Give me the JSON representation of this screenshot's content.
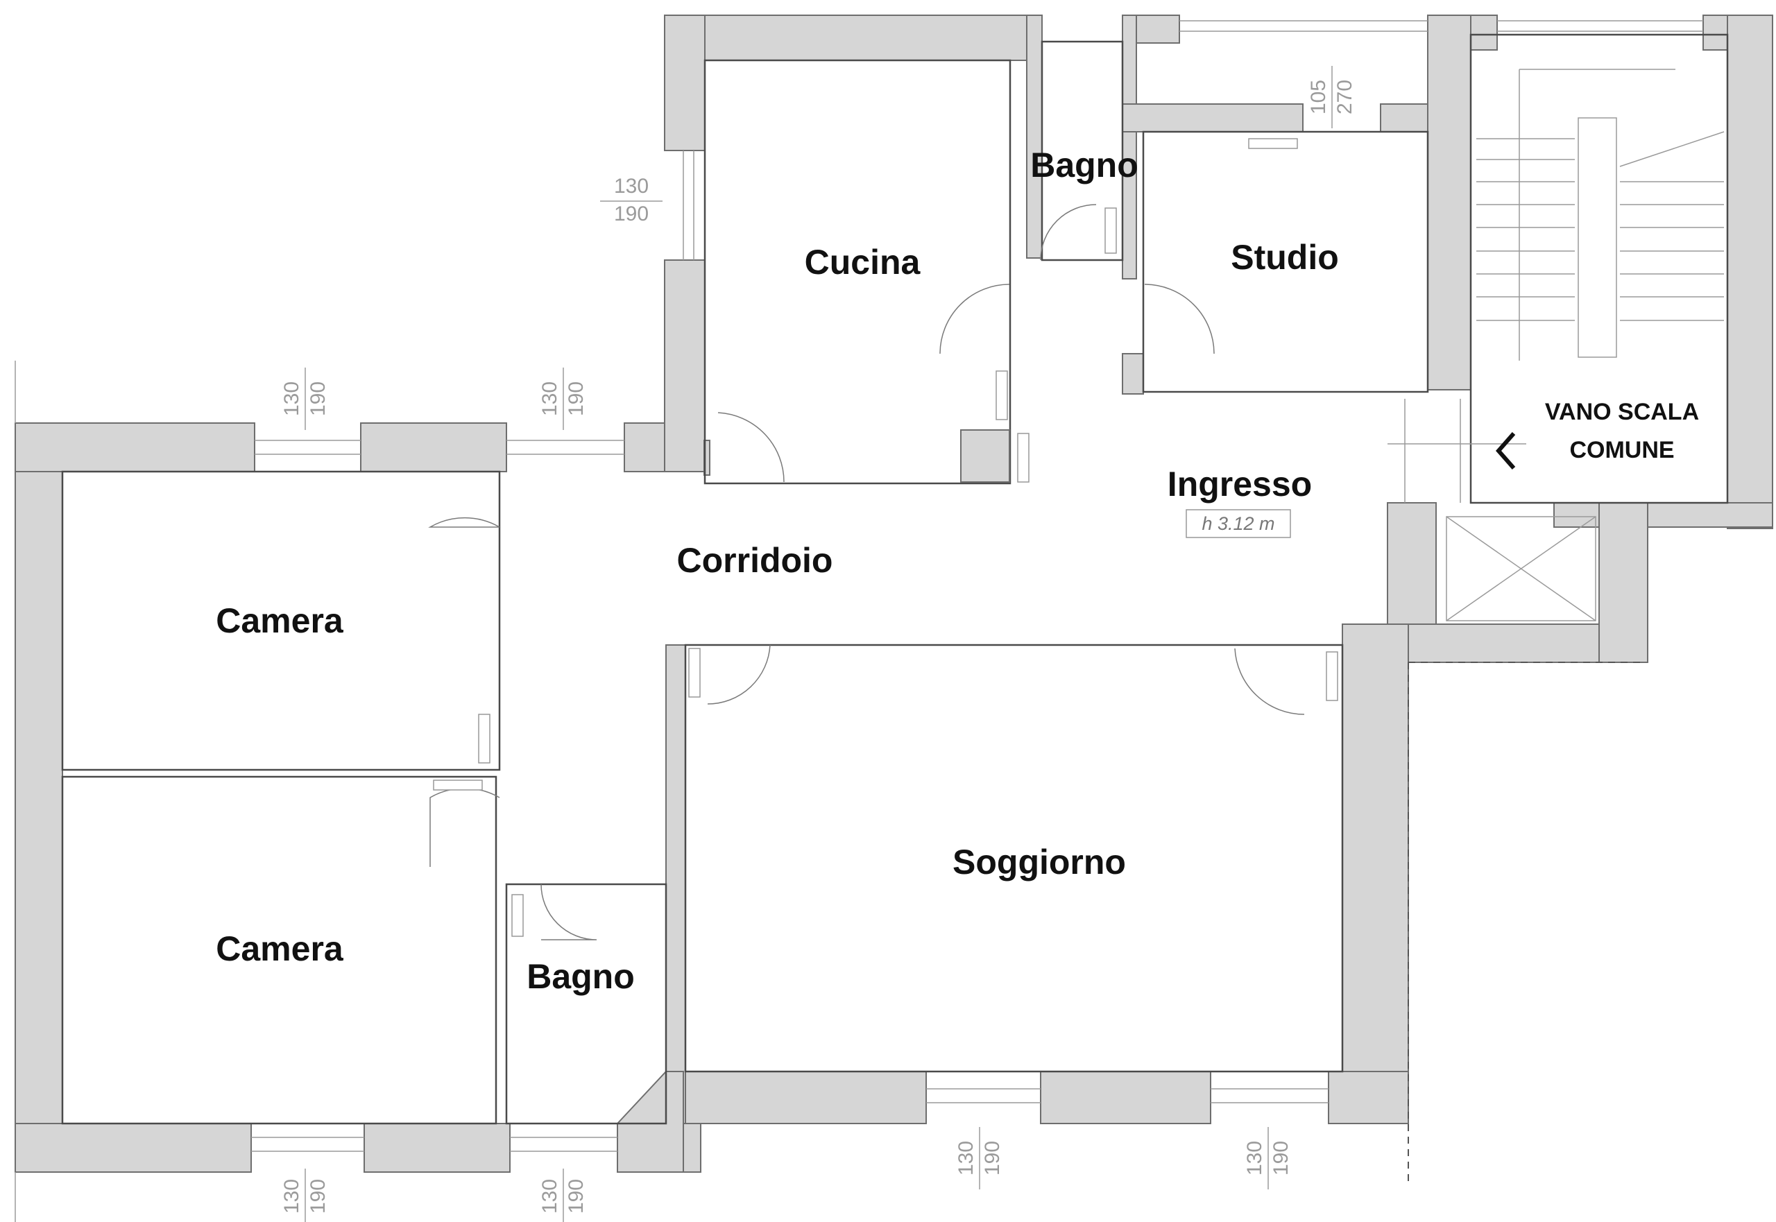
{
  "rooms": {
    "cucina": "Cucina",
    "bagno_top": "Bagno",
    "studio": "Studio",
    "vano_scala_1": "VANO SCALA",
    "vano_scala_2": "COMUNE",
    "ingresso": "Ingresso",
    "ingresso_height": "h 3.12 m",
    "corridoio": "Corridoio",
    "camera_top": "Camera",
    "camera_bottom": "Camera",
    "bagno_bottom": "Bagno",
    "soggiorno": "Soggiorno"
  },
  "window_dims": {
    "cucina": [
      "130",
      "190"
    ],
    "studio": [
      "105",
      "270"
    ],
    "camera_top_1": [
      "130",
      "190"
    ],
    "camera_top_2": [
      "130",
      "190"
    ],
    "soggiorno_1": [
      "130",
      "190"
    ],
    "soggiorno_2": [
      "130",
      "190"
    ],
    "camera_bottom": [
      "130",
      "190"
    ],
    "bagno_bottom": [
      "130",
      "190"
    ]
  },
  "colors": {
    "wall_fill": "#d6d6d6",
    "background": "#ffffff"
  }
}
